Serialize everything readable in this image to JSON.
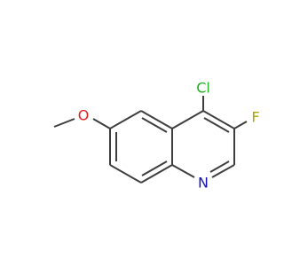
{
  "molecule": {
    "atoms": {
      "chlorine": {
        "label": "Cl",
        "color": "#1fb51f"
      },
      "fluorine": {
        "label": "F",
        "color": "#a5a600"
      },
      "nitrogen": {
        "label": "N",
        "color": "#1414b4"
      },
      "oxygen": {
        "label": "O",
        "color": "#e02020"
      }
    },
    "bond_color": "#3d3d3d"
  }
}
